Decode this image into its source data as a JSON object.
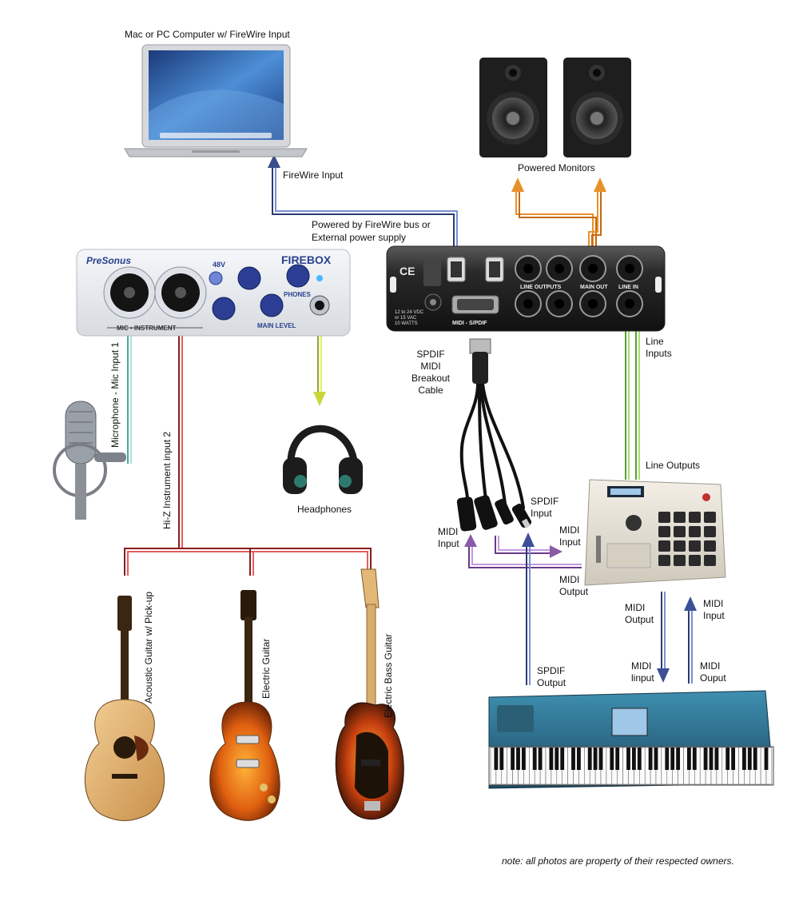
{
  "labels": {
    "computer": "Mac or PC Computer w/ FireWire Input",
    "firewire_input": "FireWire Input",
    "powered_by_1": "Powered by FireWire bus or",
    "powered_by_2": "External power supply",
    "powered_monitors": "Powered Monitors",
    "spdif_midi_breakout": [
      "SPDIF",
      "MIDI",
      "Breakout",
      "Cable"
    ],
    "line_inputs": [
      "Line",
      "Inputs"
    ],
    "line_outputs": "Line Outputs",
    "spdif_input": [
      "SPDIF",
      "Input"
    ],
    "midi_input_left": [
      "MIDI",
      "Input"
    ],
    "midi_input_right": [
      "MIDI",
      "Input"
    ],
    "midi_output_mpc": [
      "MIDI",
      "Output"
    ],
    "midi_output_kb": [
      "MIDI",
      "Output"
    ],
    "midi_input_kb": [
      "MIDI",
      "Input"
    ],
    "midi_linput": [
      "MIDI",
      "linput"
    ],
    "midi_ouput": [
      "MIDI",
      "Ouput"
    ],
    "spdif_output": [
      "SPDIF",
      "Output"
    ],
    "headphones": "Headphones",
    "microphone_vertical": "Microphone - Mic Input 1",
    "hiz_vertical": "Hi-Z Instrument input 2",
    "acoustic_guitar": "Acoustic Guitar w/ Pick-up",
    "electric_guitar": "Electric Guitar",
    "electric_bass": "Electric Bass Guitar",
    "note": "note: all photos are property of their respected owners."
  },
  "device_text": {
    "brand": "PreSonus",
    "model": "FIREBOX",
    "phantom": "48V",
    "phones": "PHONES",
    "main_level": "MAIN LEVEL",
    "mic_instrument": "MIC • INSTRUMENT",
    "ce": "CE",
    "line_outputs_panel": "LINE OUTPUTS",
    "main_out": "MAIN OUT",
    "line_in": "LINE IN",
    "midi_spdif": "MIDI - S/PDIF",
    "power_spec": [
      "12 to 24 VDC",
      "or 15 VAC",
      "10 WATTS"
    ]
  },
  "colors": {
    "firewire": "#4a5f9a",
    "monitors": "#e8902a",
    "line": "#7ac143",
    "mic": "#7fcfc4",
    "instrument": "#b02a2a",
    "headphones": "#c8d63a",
    "midi_purple": "#8a5aa8",
    "midi_blue": "#3d4f96"
  }
}
